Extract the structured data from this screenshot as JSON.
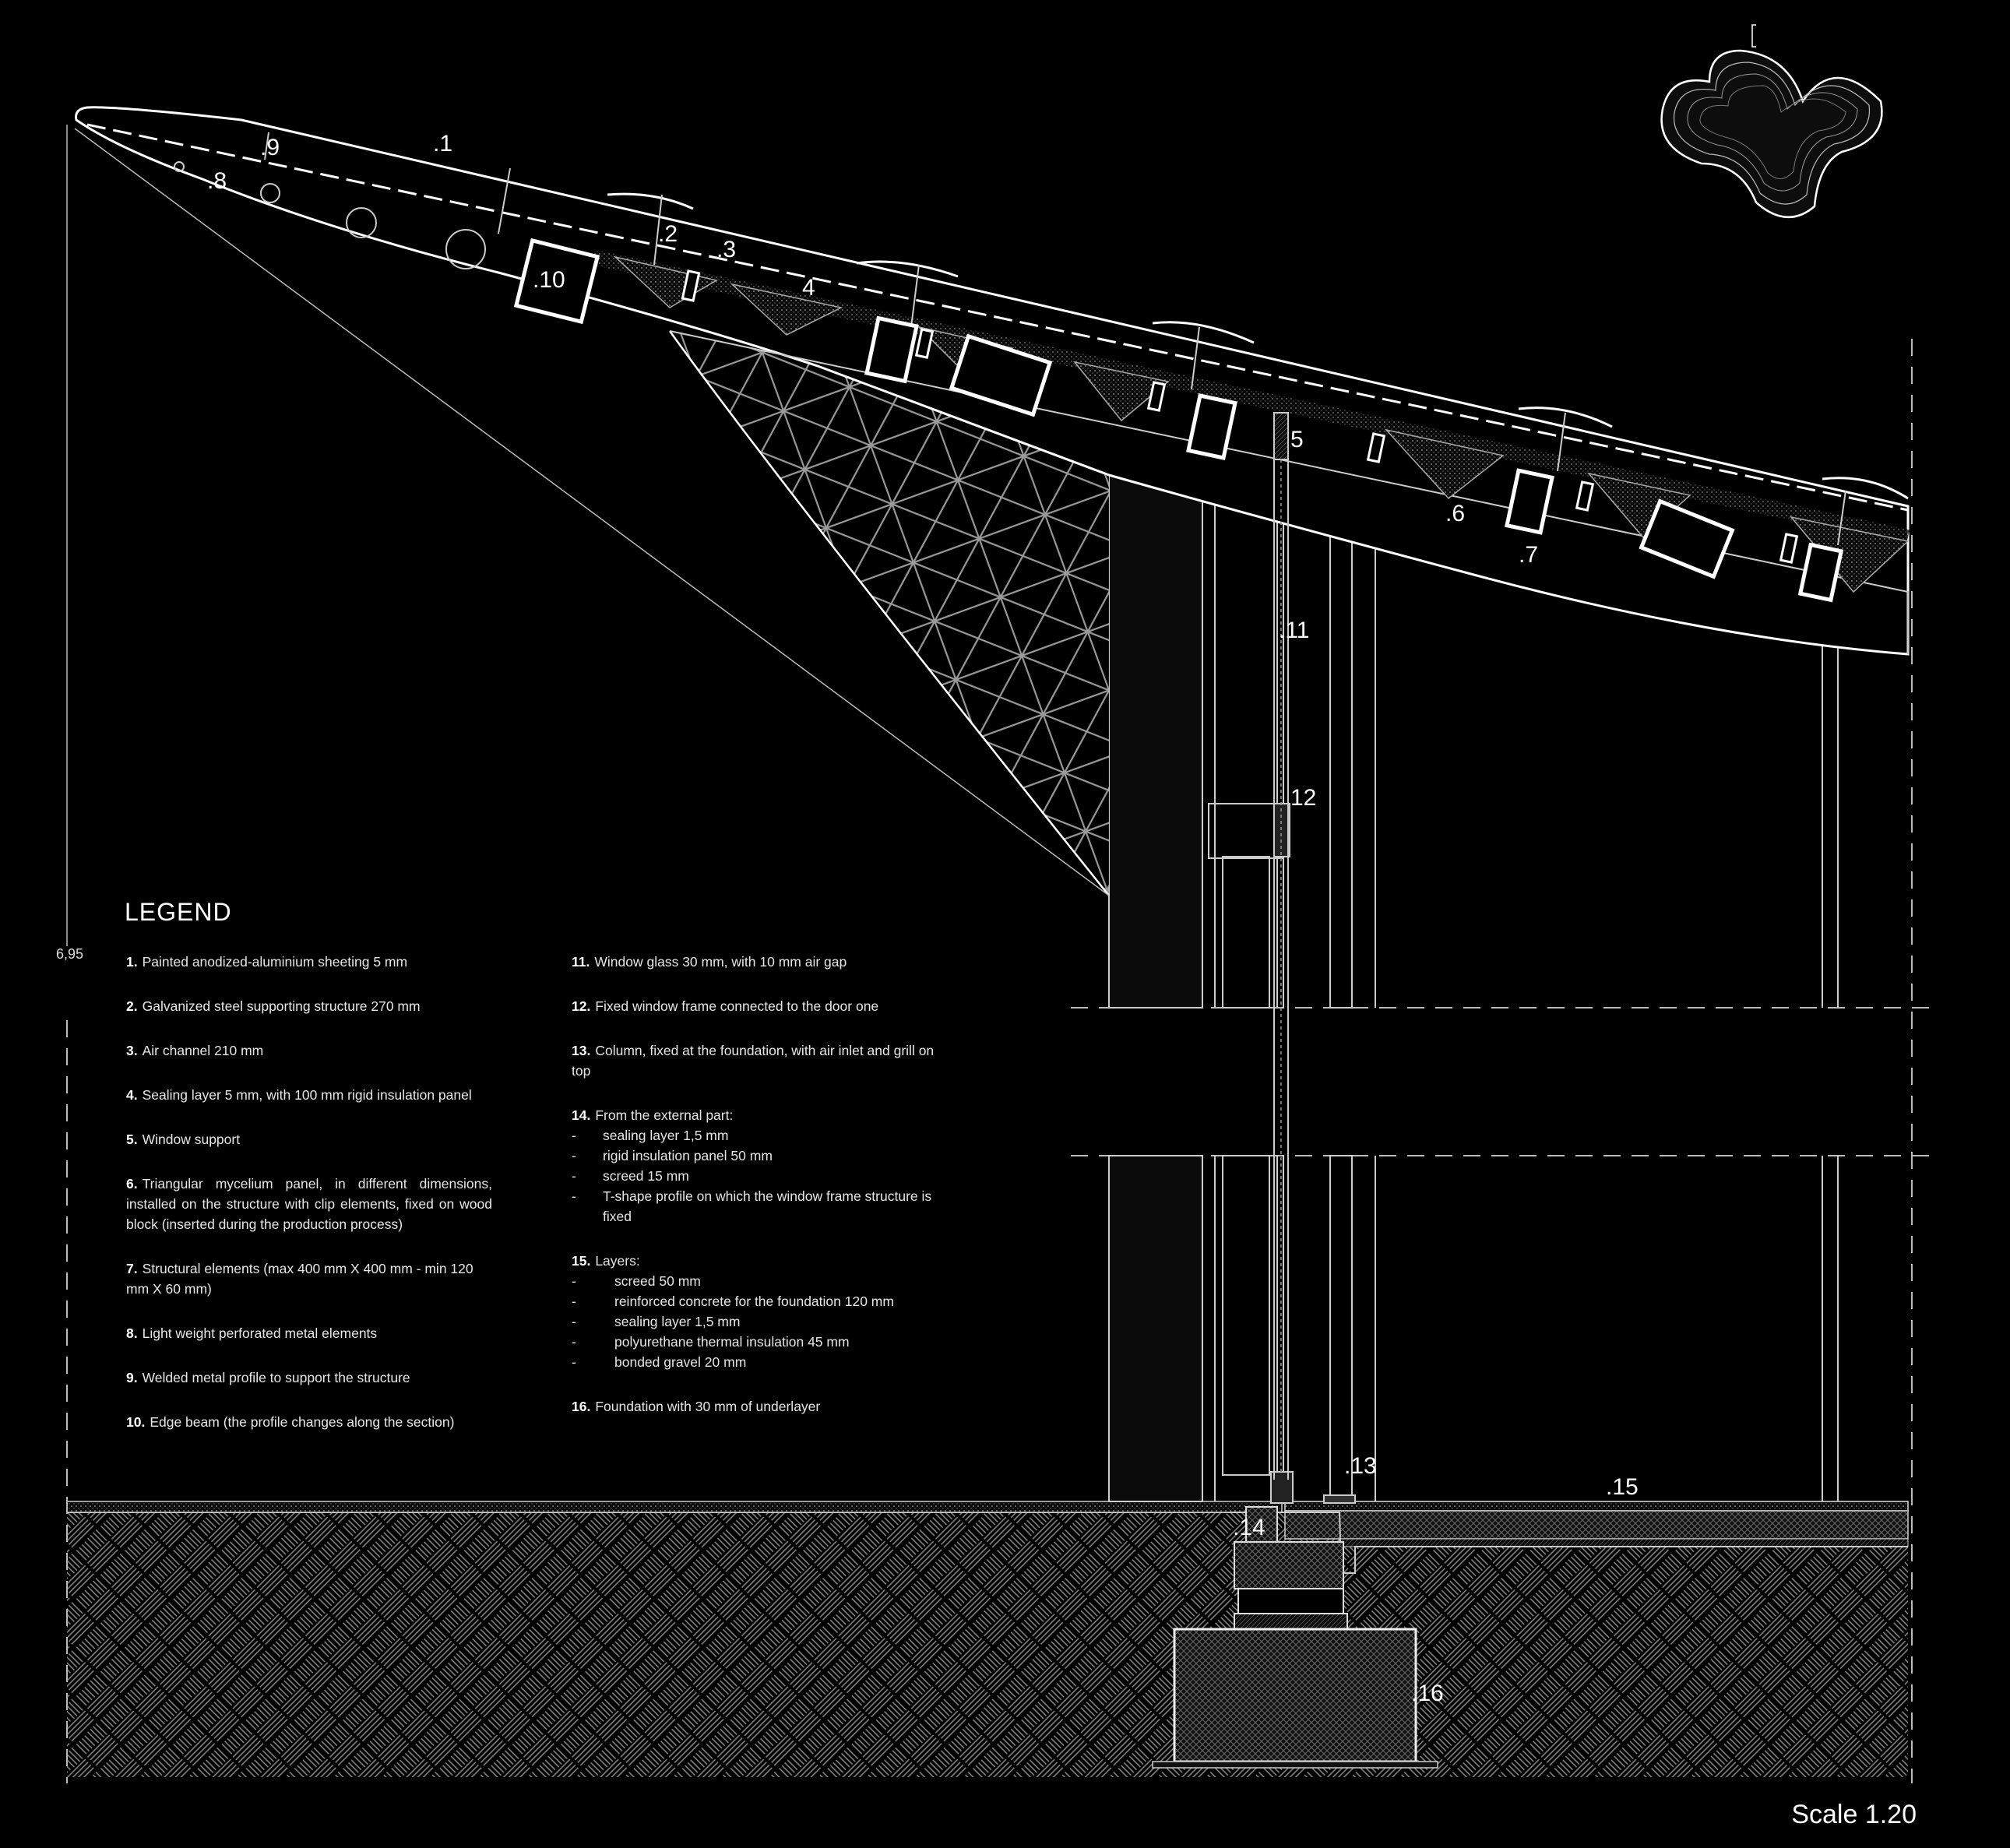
{
  "callouts": {
    "c1": ".1",
    "c2": ".2",
    "c3": ".3",
    "c4": "4",
    "c5": "5",
    "c6": ".6",
    "c7": ".7",
    "c8": ".8",
    "c9": ".9",
    "c10": ".10",
    "c11": ".11",
    "c12": "12",
    "c13": ".13",
    "c14": ".14",
    "c15": ".15",
    "c16": ".16"
  },
  "dimension": "6,95",
  "legend": {
    "title": "LEGEND",
    "items": [
      {
        "num": "1.",
        "text": "Painted anodized-aluminium sheeting 5 mm"
      },
      {
        "num": "2.",
        "text": "Galvanized steel supporting structure 270 mm"
      },
      {
        "num": "3.",
        "text": "Air channel 210 mm"
      },
      {
        "num": "4.",
        "text": "Sealing layer 5 mm, with 100 mm rigid insulation panel"
      },
      {
        "num": "5.",
        "text": "Window support"
      },
      {
        "num": "6.",
        "text": "Triangular mycelium panel, in different dimensions, installed on the structure with clip elements, fixed on wood block (inserted during the production process)"
      },
      {
        "num": "7.",
        "text": "Structural elements (max 400 mm X 400 mm - min 120 mm X 60 mm)"
      },
      {
        "num": "8.",
        "text": "Light weight perforated metal elements"
      },
      {
        "num": "9.",
        "text": "Welded metal profile to support the structure"
      },
      {
        "num": "10.",
        "text": "Edge beam (the profile changes along the section)"
      },
      {
        "num": "11.",
        "text": "Window glass 30 mm, with 10 mm air gap"
      },
      {
        "num": "12.",
        "text": "Fixed window frame connected to the door one"
      },
      {
        "num": "13.",
        "text": "Column, fixed at the foundation, with air inlet and grill on top"
      },
      {
        "num": "14.",
        "text": "From the external part:",
        "sub": [
          "sealing layer 1,5 mm",
          "rigid insulation panel 50 mm",
          "screed 15 mm",
          "T-shape profile on which the window frame structure is fixed"
        ]
      },
      {
        "num": "15.",
        "text": "Layers:",
        "sub": [
          "screed 50 mm",
          "reinforced concrete for the foundation 120 mm",
          "sealing layer 1,5 mm",
          "polyurethane thermal insulation 45 mm",
          "bonded gravel 20 mm"
        ]
      },
      {
        "num": "16.",
        "text": "Foundation with 30 mm of underlayer"
      }
    ]
  },
  "scale": "Scale 1.20"
}
